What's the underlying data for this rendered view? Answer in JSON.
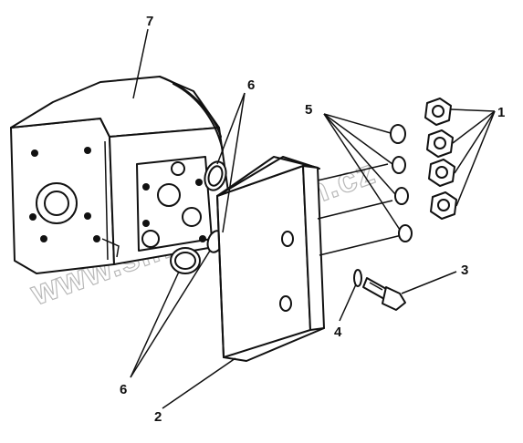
{
  "callouts": {
    "c1": "1",
    "c2": "2",
    "c3": "3",
    "c4": "4",
    "c5": "5",
    "c6_top": "6",
    "c6_bottom": "6",
    "c7": "7"
  },
  "watermark": "www.sinhron-tech.cz"
}
